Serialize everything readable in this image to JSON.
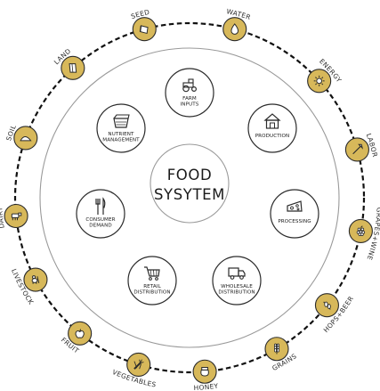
{
  "center": {
    "line1": "FOOD",
    "line2": "SYSYTEM"
  },
  "inner_nodes": [
    {
      "id": "farm-inputs",
      "lines": [
        "FARM",
        "INPUTS"
      ],
      "icon": "tractor-icon"
    },
    {
      "id": "production",
      "lines": [
        "PRODUCTION"
      ],
      "icon": "barn-icon"
    },
    {
      "id": "processing",
      "lines": [
        "PROCESSING"
      ],
      "icon": "cheese-icon"
    },
    {
      "id": "wholesale-distribution",
      "lines": [
        "WHOLESALE",
        "DISTRIBUTION"
      ],
      "icon": "delivery-truck-icon"
    },
    {
      "id": "retail-distribution",
      "lines": [
        "RETAIL",
        "DISTRIBUTION"
      ],
      "icon": "shopping-cart-icon"
    },
    {
      "id": "consumer-demand",
      "lines": [
        "CONSUMER",
        "DEMAND"
      ],
      "icon": "fork-knife-icon"
    },
    {
      "id": "nutrient-management",
      "lines": [
        "NUTRIENT",
        "MANAGEMENT"
      ],
      "icon": "compost-bin-icon"
    }
  ],
  "outer_nodes": [
    {
      "id": "seed",
      "label": "SEED",
      "icon": "seed-packet-icon"
    },
    {
      "id": "water",
      "label": "WATER",
      "icon": "water-drop-icon"
    },
    {
      "id": "energy",
      "label": "ENERGY",
      "icon": "sun-icon"
    },
    {
      "id": "labor",
      "label": "LABOR",
      "icon": "shovel-icon"
    },
    {
      "id": "grapes-wine",
      "label": "GRAPES+WINE",
      "icon": "grapes-icon"
    },
    {
      "id": "hops-beer",
      "label": "HOPS+BEER",
      "icon": "hops-icon"
    },
    {
      "id": "grains",
      "label": "GRAINS",
      "icon": "wheat-icon"
    },
    {
      "id": "honey",
      "label": "HONEY",
      "icon": "honey-pot-icon"
    },
    {
      "id": "vegetables",
      "label": "VEGETABLES",
      "icon": "vegetables-icon"
    },
    {
      "id": "fruit",
      "label": "FRUIT",
      "icon": "apple-icon"
    },
    {
      "id": "livestock",
      "label": "LIVESTOCK",
      "icon": "livestock-icon"
    },
    {
      "id": "dairy",
      "label": "DAIRY",
      "icon": "cow-icon"
    },
    {
      "id": "soil",
      "label": "SOIL",
      "icon": "soil-pile-icon"
    },
    {
      "id": "land",
      "label": "LAND",
      "icon": "land-plot-icon"
    }
  ],
  "colors": {
    "outer_icon_fill": "#d7b85a",
    "outer_icon_stroke": "#2b2b2b",
    "ring_dash": "#111111",
    "inner_ring": "#9a9a9a",
    "node_stroke": "#2b2b2b",
    "text": "#1a1a1a"
  }
}
